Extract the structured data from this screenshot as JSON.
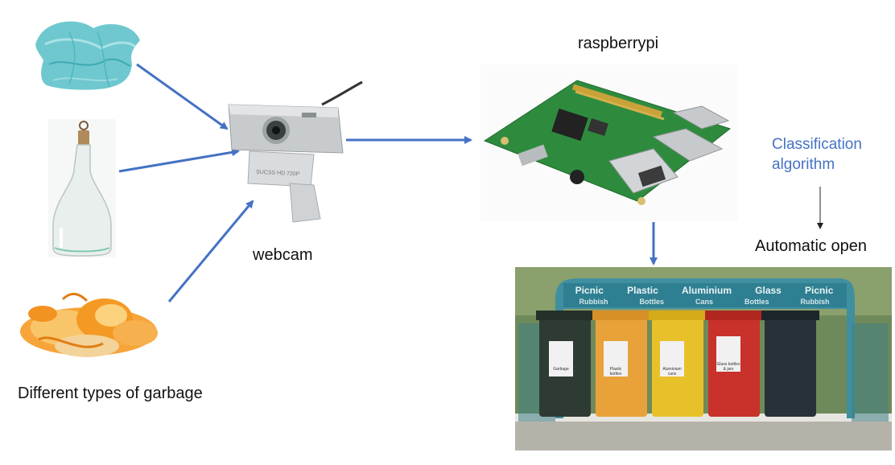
{
  "labels": {
    "garbage": "Different types of garbage",
    "webcam": "webcam",
    "raspberrypi": "raspberrypi",
    "algorithm_line1": "Classification",
    "algorithm_line2": "algorithm",
    "automatic_open": "Automatic open"
  },
  "bins_sign": {
    "top": [
      "Picnic",
      "Plastic",
      "Aluminium",
      "Glass",
      "Picnic"
    ],
    "bottom": [
      "Rubbish",
      "Bottles",
      "Cans",
      "Bottles",
      "Rubbish"
    ]
  },
  "bin_labels": [
    "Garbage",
    "Plastic bottles",
    "Aluminium cans",
    "Glass bottles & jars",
    ""
  ],
  "webcam_brand": "SUCSS HD 720P",
  "colors": {
    "arrow": "#4472c4",
    "accent_text": "#4472c4",
    "bin_green": "#2e3b33",
    "bin_orange": "#e9a23a",
    "bin_yellow": "#e8c12a",
    "bin_red": "#c8322a",
    "bin_dark": "#263238"
  }
}
